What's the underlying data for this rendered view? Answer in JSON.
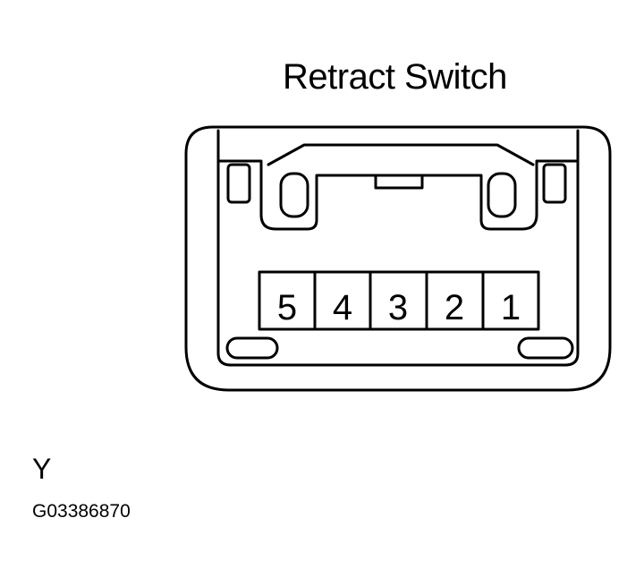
{
  "title": "Retract Switch",
  "connector": {
    "pins": [
      "5",
      "4",
      "3",
      "2",
      "1"
    ]
  },
  "color_code": "Y",
  "figure_id": "G03386870"
}
